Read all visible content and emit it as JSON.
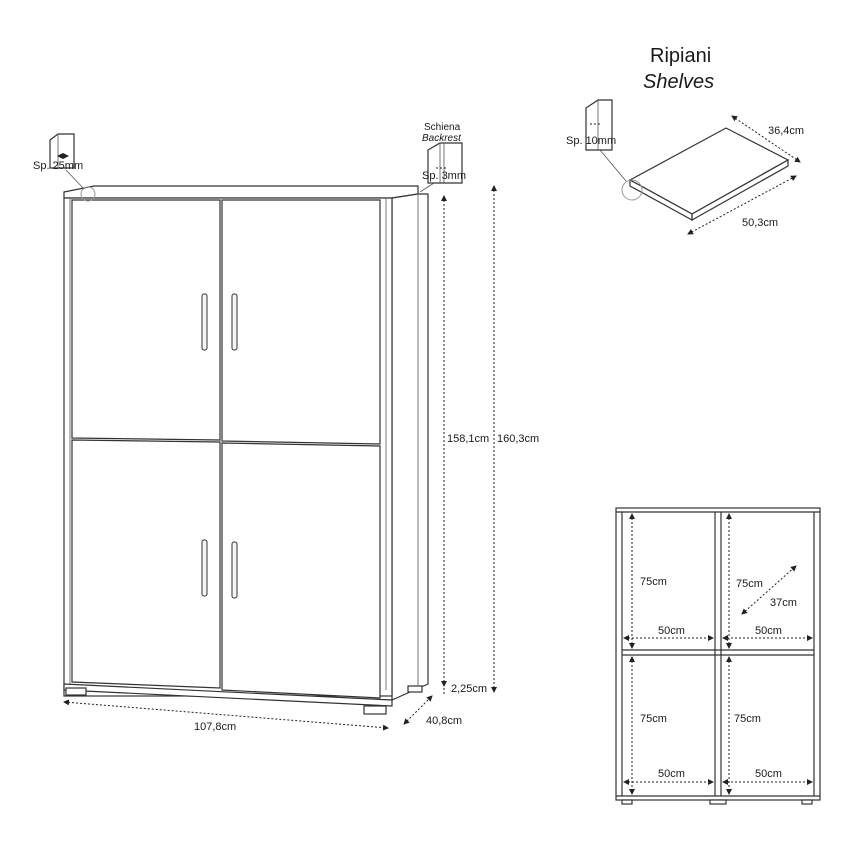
{
  "labels": {
    "top_thickness": "Sp. 25mm",
    "backrest_it": "Schiena",
    "backrest_en": "Backrest",
    "backrest_thickness": "Sp. 3mm",
    "height_inner": "158,1cm",
    "height_total": "160,3cm",
    "foot_height": "2,25cm",
    "width": "107,8cm",
    "depth": "40,8cm"
  },
  "shelves": {
    "title_it": "Ripiani",
    "title_en": "Shelves",
    "thickness": "Sp. 10mm",
    "depth": "36,4cm",
    "width": "50,3cm"
  },
  "compartments": {
    "top_left_height": "75cm",
    "top_right_height": "75cm",
    "top_left_width": "50cm",
    "top_right_width": "50cm",
    "depth": "37cm",
    "bottom_left_height": "75cm",
    "bottom_right_height": "75cm",
    "bottom_left_width": "50cm",
    "bottom_right_width": "50cm"
  }
}
